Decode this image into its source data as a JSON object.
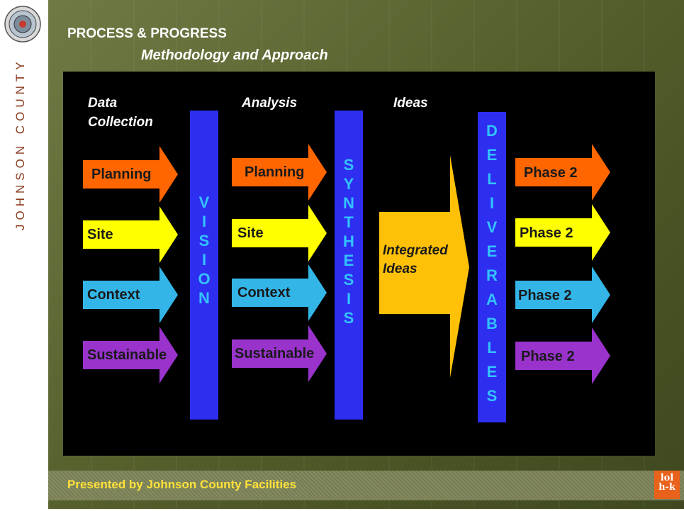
{
  "sidebar": {
    "county_text": "JOHNSON COUNTY"
  },
  "slide": {
    "title": "PROCESS & PROGRESS",
    "subtitle": "Methodology and Approach",
    "footer": "Presented by Johnson County Facilities",
    "logo_text": "lol h-k"
  },
  "diagram": {
    "headers": {
      "data_collection_line1": "Data",
      "data_collection_line2": "Collection",
      "analysis": "Analysis",
      "ideas": "Ideas"
    },
    "column1_arrows": [
      "Planning",
      "Site",
      "Context",
      "Sustainable"
    ],
    "column2_arrows": [
      "Planning",
      "Site",
      "Context",
      "Sustainable"
    ],
    "output_arrows": [
      "Phase 2",
      "Phase 2",
      "Phase 2",
      "Phase 2"
    ],
    "bars": {
      "vision": "VISION",
      "synthesis": "SYNTHESIS",
      "deliverables": "DELIVERABLES"
    },
    "integrated_line1": "Integrated",
    "integrated_line2": "Ideas",
    "colors": {
      "planning": "#ff6600",
      "site": "#ffff00",
      "context": "#33b5e8",
      "sustainable": "#9933cc",
      "bar": "#2e2ef0",
      "bar_text": "#33c3ff",
      "integrated": "#ffc107"
    }
  }
}
